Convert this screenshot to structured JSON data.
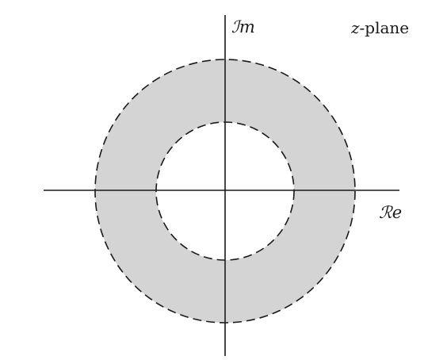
{
  "diagram": {
    "plane_label_var": "z",
    "plane_label_suffix": "-plane",
    "imag_axis_label": "ℐm",
    "real_axis_label": "ℛe",
    "colors": {
      "region_fill": "#d4d4d4",
      "boundary_stroke": "#1a1a1a",
      "axis_stroke": "#1a1a1a",
      "background": "#ffffff"
    },
    "boundaries": {
      "outer": "dashed",
      "inner": "dashed"
    }
  }
}
